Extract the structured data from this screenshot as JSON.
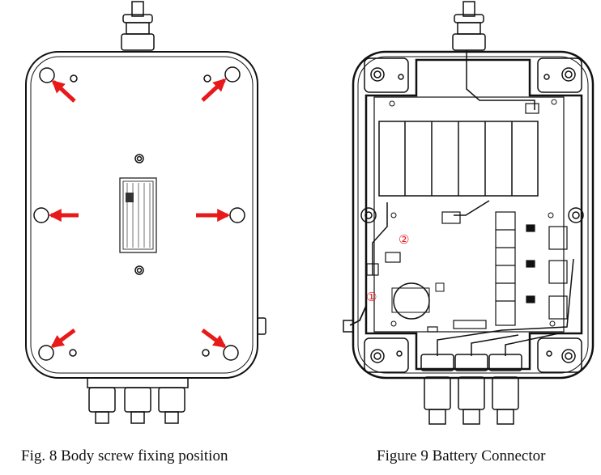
{
  "figures": {
    "left": {
      "caption": "Fig. 8 Body screw fixing position",
      "arrow_color": "#e8191b"
    },
    "right": {
      "caption": "Figure 9 Battery Connector",
      "marker_1": "①",
      "marker_2": "②",
      "marker_color": "#e8191b"
    }
  }
}
